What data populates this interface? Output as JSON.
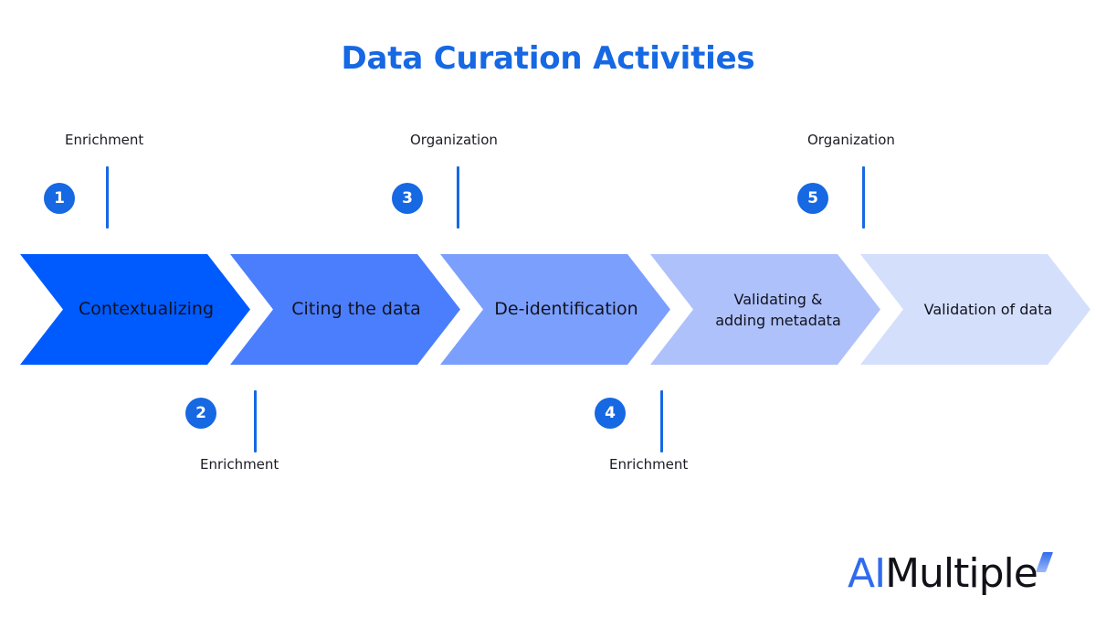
{
  "title": "Data Curation Activities",
  "colors": {
    "title": "#1668E3",
    "badge": "#1668E3",
    "tick": "#1668E3",
    "chevron_1": "#005BFF",
    "chevron_2": "#4B7EFC",
    "chevron_3": "#7B9FFC",
    "chevron_4": "#AEC1FA",
    "chevron_5": "#D4DFFC"
  },
  "chart_data": {
    "type": "diagram",
    "title": "Data Curation Activities",
    "steps": [
      {
        "number": "1",
        "label": "Contextualizing",
        "category": "Enrichment",
        "category_position": "top",
        "color": "#005BFF"
      },
      {
        "number": "2",
        "label": "Citing the data",
        "category": "Enrichment",
        "category_position": "bottom",
        "color": "#4B7EFC"
      },
      {
        "number": "3",
        "label": "De-identification",
        "category": "Organization",
        "category_position": "top",
        "color": "#7B9FFC"
      },
      {
        "number": "4",
        "label": "Validating &\nadding metadata",
        "category": "Enrichment",
        "category_position": "bottom",
        "color": "#AEC1FA"
      },
      {
        "number": "5",
        "label": "Validation of data",
        "category": "Organization",
        "category_position": "top",
        "color": "#D4DFFC"
      }
    ]
  },
  "logo": {
    "prefix": "AI",
    "suffix": "Multiple",
    "mark": "slash-mark"
  }
}
